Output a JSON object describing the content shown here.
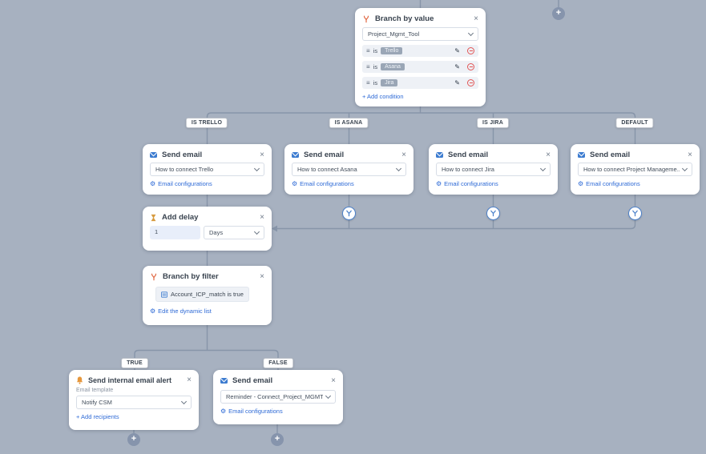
{
  "colors": {
    "canvas": "#a7b1c0",
    "connector": "#8795a9",
    "accent_blue": "#2e6ad6",
    "icon_orange": "#e0653f",
    "danger": "#e25555"
  },
  "plus_symbol": "+",
  "nodes": {
    "branch_by_value": {
      "title": "Branch by value",
      "close": "×",
      "field": "Project_Mgmt_Tool",
      "conditions": [
        {
          "op": "is",
          "value": "Trello"
        },
        {
          "op": "is",
          "value": "Asana"
        },
        {
          "op": "is",
          "value": "Jira"
        }
      ],
      "add_condition": "+ Add condition"
    },
    "branch_labels": [
      "IS TRELLO",
      "IS ASANA",
      "IS JIRA",
      "DEFAULT"
    ],
    "email_cards": [
      {
        "title": "Send email",
        "close": "×",
        "template": "How to connect Trello",
        "config": "Email configurations"
      },
      {
        "title": "Send email",
        "close": "×",
        "template": "How to connect Asana",
        "config": "Email configurations"
      },
      {
        "title": "Send email",
        "close": "×",
        "template": "How to connect Jira",
        "config": "Email configurations"
      },
      {
        "title": "Send email",
        "close": "×",
        "template": "How to connect Project Manageme...",
        "config": "Email configurations"
      }
    ],
    "add_delay": {
      "title": "Add delay",
      "close": "×",
      "value": "1",
      "unit": "Days"
    },
    "branch_by_filter": {
      "title": "Branch by filter",
      "close": "×",
      "filter": "Account_ICP_match is true",
      "edit": "Edit the dynamic list"
    },
    "filter_labels": [
      "TRUE",
      "FALSE"
    ],
    "internal_alert": {
      "title": "Send internal email alert",
      "close": "×",
      "template_label": "Email template",
      "template": "Notify CSM",
      "add_recipients": "+ Add recipients"
    },
    "reminder_email": {
      "title": "Send email",
      "close": "×",
      "template": "Reminder - Connect_Project_MGMT...",
      "config": "Email configurations"
    }
  }
}
